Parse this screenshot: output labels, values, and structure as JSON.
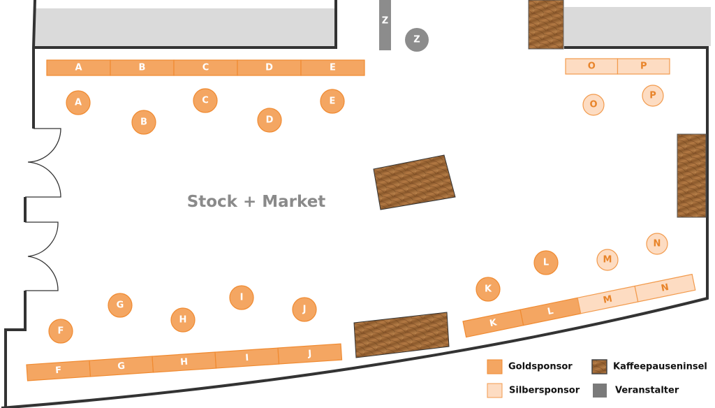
{
  "title": "Stock + Market",
  "colors": {
    "gold_fill": "#f4a662",
    "gold_stroke": "#f08a30",
    "silver_fill": "#fddcc2",
    "silver_stroke": "#f29a4c",
    "silver_text": "#e8842a",
    "organizer": "#8c8c8c",
    "wall": "#333333",
    "room_fill": "#dadada"
  },
  "booths_top": [
    "A",
    "B",
    "C",
    "D",
    "E"
  ],
  "booths_bottom_left": [
    "F",
    "G",
    "H",
    "I",
    "J"
  ],
  "booths_bottom_right": [
    {
      "label": "K",
      "tier": "gold"
    },
    {
      "label": "L",
      "tier": "gold"
    },
    {
      "label": "M",
      "tier": "silver"
    },
    {
      "label": "N",
      "tier": "silver"
    }
  ],
  "booths_top_right": [
    "O",
    "P"
  ],
  "tables": [
    {
      "label": "A",
      "tier": "gold"
    },
    {
      "label": "B",
      "tier": "gold"
    },
    {
      "label": "C",
      "tier": "gold"
    },
    {
      "label": "D",
      "tier": "gold"
    },
    {
      "label": "E",
      "tier": "gold"
    },
    {
      "label": "F",
      "tier": "gold"
    },
    {
      "label": "G",
      "tier": "gold"
    },
    {
      "label": "H",
      "tier": "gold"
    },
    {
      "label": "I",
      "tier": "gold"
    },
    {
      "label": "J",
      "tier": "gold"
    },
    {
      "label": "K",
      "tier": "gold"
    },
    {
      "label": "L",
      "tier": "gold"
    },
    {
      "label": "M",
      "tier": "silver"
    },
    {
      "label": "N",
      "tier": "silver"
    },
    {
      "label": "O",
      "tier": "silver"
    },
    {
      "label": "P",
      "tier": "silver"
    }
  ],
  "organizer": {
    "booth": "Z",
    "table": "Z"
  },
  "legend": {
    "gold": "Goldsponsor",
    "silver": "Silbersponsor",
    "coffee": "Kaffeepauseninsel",
    "organizer": "Veranstalter"
  }
}
